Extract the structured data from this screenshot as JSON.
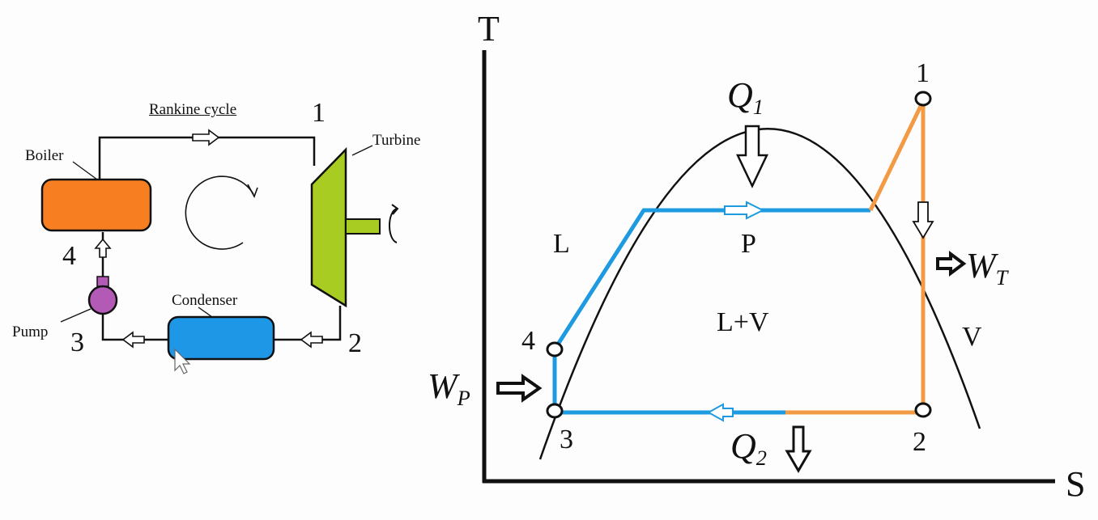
{
  "schematic": {
    "title": "Rankine cycle",
    "components": {
      "boiler": "Boiler",
      "turbine": "Turbine",
      "condenser": "Condenser",
      "pump": "Pump"
    },
    "state_points": [
      "1",
      "2",
      "3",
      "4"
    ],
    "colors": {
      "boiler": "#f77f22",
      "turbine": "#a8cc21",
      "condenser": "#1e97e6",
      "pump": "#b35ab6"
    }
  },
  "ts_diagram": {
    "axis_y": "T",
    "axis_x": "S",
    "regions": {
      "liquid": "L",
      "mixture": "L+V",
      "vapor": "V",
      "pressure": "P"
    },
    "state_points": {
      "p1": "1",
      "p2": "2",
      "p3": "3",
      "p4": "4"
    },
    "heat_in": {
      "sym": "Q",
      "sub": "1"
    },
    "heat_out": {
      "sym": "Q",
      "sub": "2"
    },
    "turbine_work": {
      "sym": "W",
      "sub": "T"
    },
    "pump_work": {
      "sym": "W",
      "sub": "P"
    },
    "colors": {
      "liquid_path": "#1e9ae0",
      "vapor_path": "#f39a45",
      "dome": "#111111"
    }
  }
}
